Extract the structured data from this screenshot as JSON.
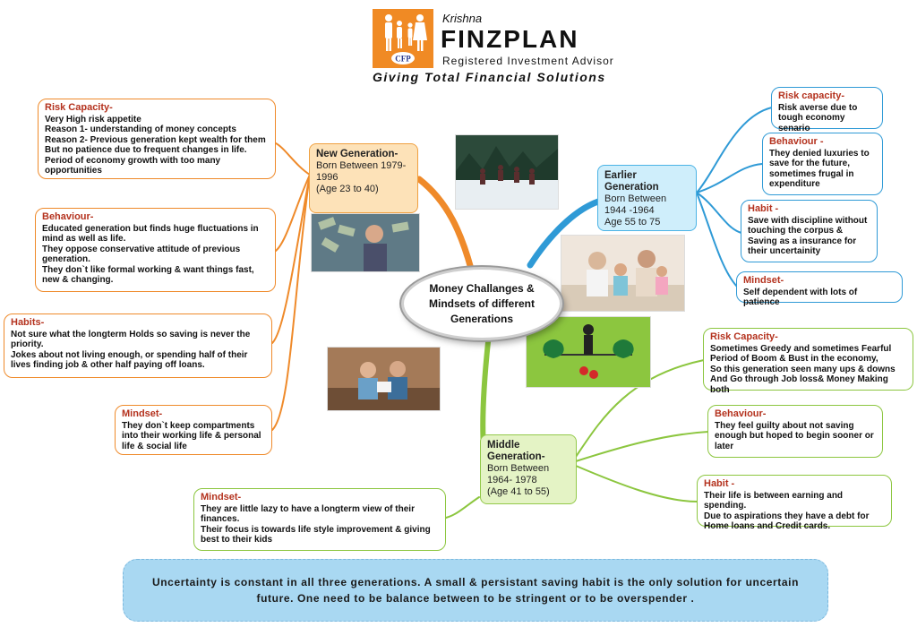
{
  "brand": {
    "name_small": "Krishna",
    "name": "FINZPLAN",
    "subtitle": "Registered Investment Advisor",
    "logo_badge": "CFP",
    "tagline": "Giving Total Financial Solutions"
  },
  "center": {
    "title": "Money Challanges & Mindsets of different Generations"
  },
  "generations": {
    "new": {
      "title": "New Generation-",
      "detail": "Born Between 1979-1996\n(Age 23 to 40)"
    },
    "earlier": {
      "title": "Earlier Generation",
      "detail": "Born Between\n1944 -1964\nAge 55 to 75"
    },
    "middle": {
      "title": "Middle Generation-",
      "detail": "Born Between\n1964- 1978\n(Age 41 to 55)"
    }
  },
  "new_gen": {
    "risk": {
      "heading": "Risk Capacity-",
      "text": "Very High risk appetite\nReason 1- understanding of money concepts\nReason 2- Previous generation kept wealth for them\nBut no patience due to frequent changes in life.\nPeriod of economy growth with too many opportunities"
    },
    "behaviour": {
      "heading": "Behaviour-",
      "text": "Educated generation but finds huge fluctuations in mind as well as life.\nThey oppose conservative attitude of previous generation.\nThey don`t like formal working & want things fast, new & changing."
    },
    "habits": {
      "heading": "Habits-",
      "text": "Not sure what the longterm Holds so saving is never the priority.\nJokes about not living enough, or spending half of their lives finding job & other half paying off loans."
    },
    "mindset": {
      "heading": "Mindset-",
      "text": "They don`t keep compartments into their working life & personal life & social life"
    }
  },
  "earlier_gen": {
    "risk": {
      "heading": "Risk capacity-",
      "text": "Risk averse due to tough economy senario"
    },
    "behaviour": {
      "heading": "Behaviour -",
      "text": "They denied luxuries to save for the future, sometimes frugal in expenditure"
    },
    "habit": {
      "heading": "Habit -",
      "text": "Save with discipline without touching the corpus &\nSaving as a insurance for their uncertainity"
    },
    "mindset": {
      "heading": "Mindset-",
      "text": "Self dependent with lots of patience"
    }
  },
  "middle_gen": {
    "risk": {
      "heading": "Risk Capacity-",
      "text": "Sometimes Greedy and sometimes Fearful\nPeriod of Boom & Bust in the economy,\nSo this generation seen many ups & downs\nAnd Go through Job loss& Money Making both"
    },
    "behaviour": {
      "heading": "Behaviour-",
      "text": "They feel guilty about not saving enough but hoped to begin sooner or later"
    },
    "habit": {
      "heading": "Habit -",
      "text": "Their life is between earning and spending.\nDue to aspirations they have a debt for Home loans and Credit cards."
    },
    "mindset": {
      "heading": "Mindset-",
      "text": "They are little lazy to have a longterm view of their finances.\nTheir focus is towards life style improvement & giving best to their kids"
    }
  },
  "footer": {
    "text": "Uncertainty is constant in all three generations. A small & persistant saving habit is the only solution for uncertain future. One need to be balance between to be stringent or to be overspender ."
  },
  "colors": {
    "new": "#ef8a2a",
    "earlier": "#2f9ad6",
    "middle": "#8cc63f",
    "heading": "#b4321e"
  }
}
